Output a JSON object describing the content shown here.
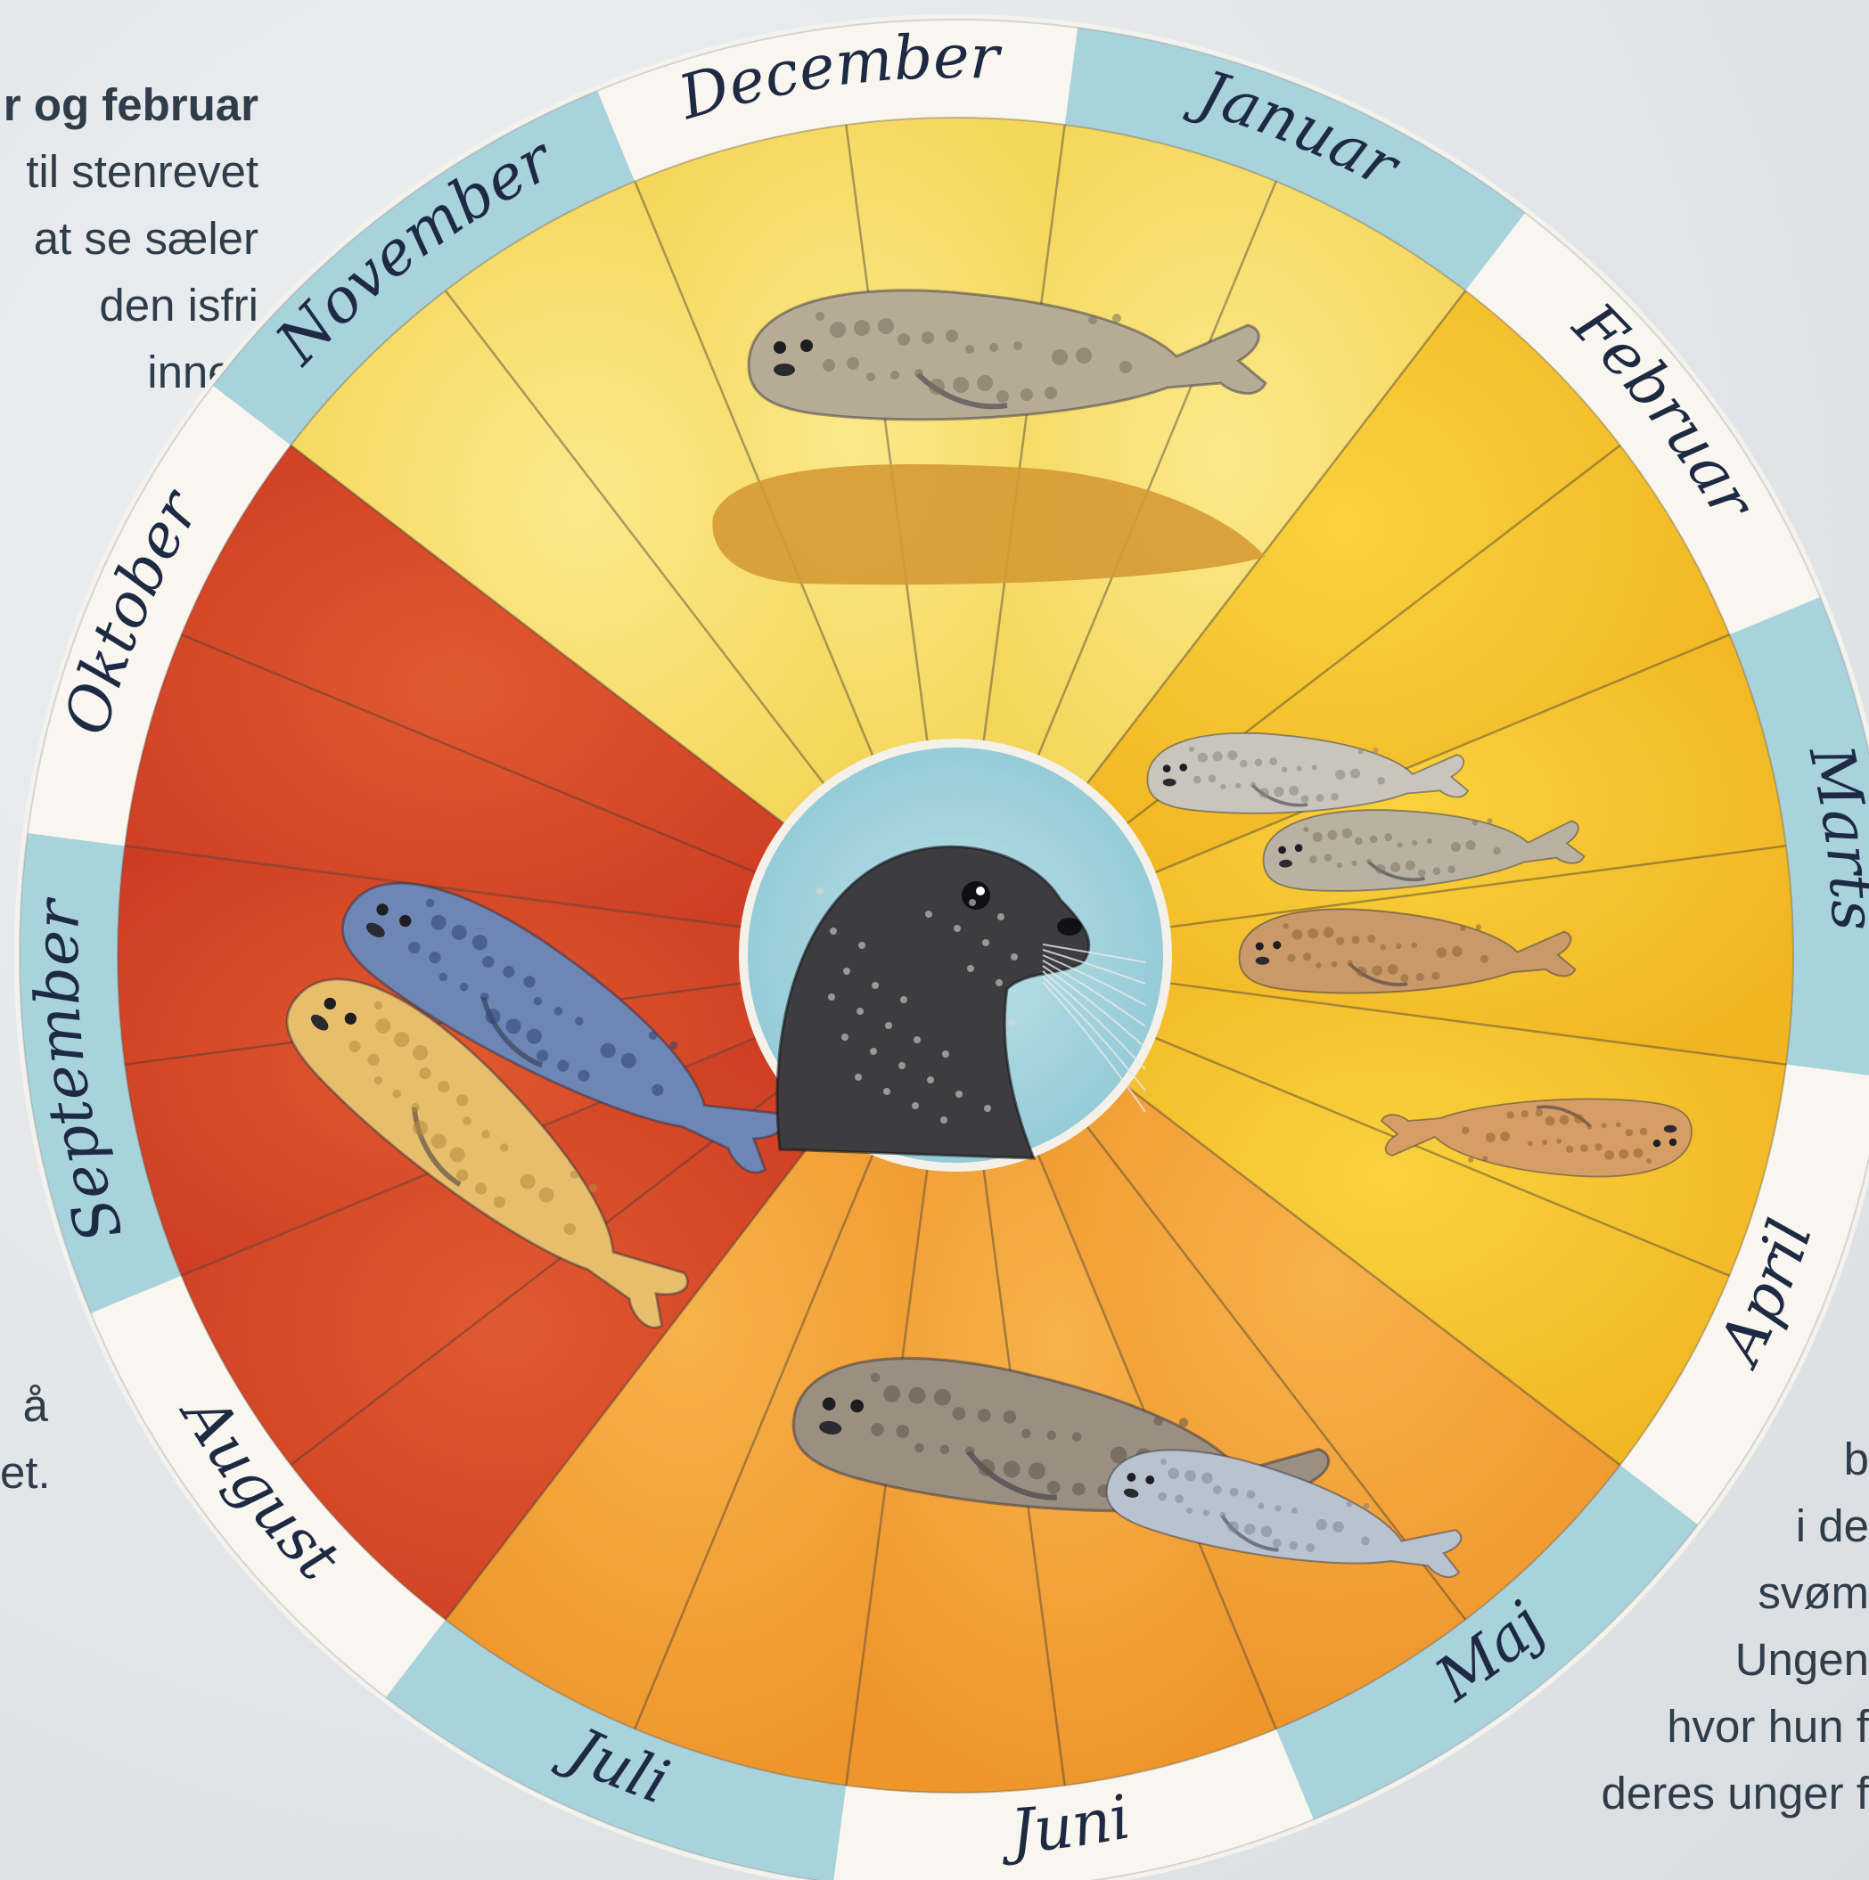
{
  "text_top_left": {
    "heading": "r og februar",
    "lines": [
      "til stenrevet",
      "at se sæler",
      "den isfri",
      "inner."
    ]
  },
  "text_mid_left": {
    "lines": [
      "å",
      "et."
    ]
  },
  "text_bottom_right": {
    "lines": [
      "b",
      "i de",
      "svøm",
      "Ungen",
      "hvor hun f",
      "deres unger f"
    ]
  },
  "wheel": {
    "months": [
      "Januar",
      "Februar",
      "Marts",
      "April",
      "Maj",
      "Juni",
      "Juli",
      "August",
      "September",
      "Oktober",
      "November",
      "December"
    ],
    "colors": {
      "ring_blue": "#a9d3dc",
      "ring_white": "#f8f6ee",
      "yellow_light": "#f7e06b",
      "yellow_deep": "#f6c42c",
      "orange": "#f3a43a",
      "red": "#d9482a",
      "center_water": "#9ed1dc",
      "outline": "#f3f1ea"
    },
    "seasons": [
      {
        "months": [
          "December",
          "Januar"
        ],
        "fill": "yellow_light"
      },
      {
        "months": [
          "Februar",
          "Marts",
          "April"
        ],
        "fill": "yellow_deep"
      },
      {
        "months": [
          "Maj",
          "Juni",
          "Juli"
        ],
        "fill": "orange"
      },
      {
        "months": [
          "August",
          "September",
          "Oktober"
        ],
        "fill": "red"
      },
      {
        "months": [
          "November"
        ],
        "fill": "yellow_light"
      }
    ],
    "illustrations": [
      "resting-seal-icon",
      "seal-pups-icon",
      "mother-and-pup-icon",
      "mating-seals-icon",
      "seal-head-icon"
    ]
  }
}
